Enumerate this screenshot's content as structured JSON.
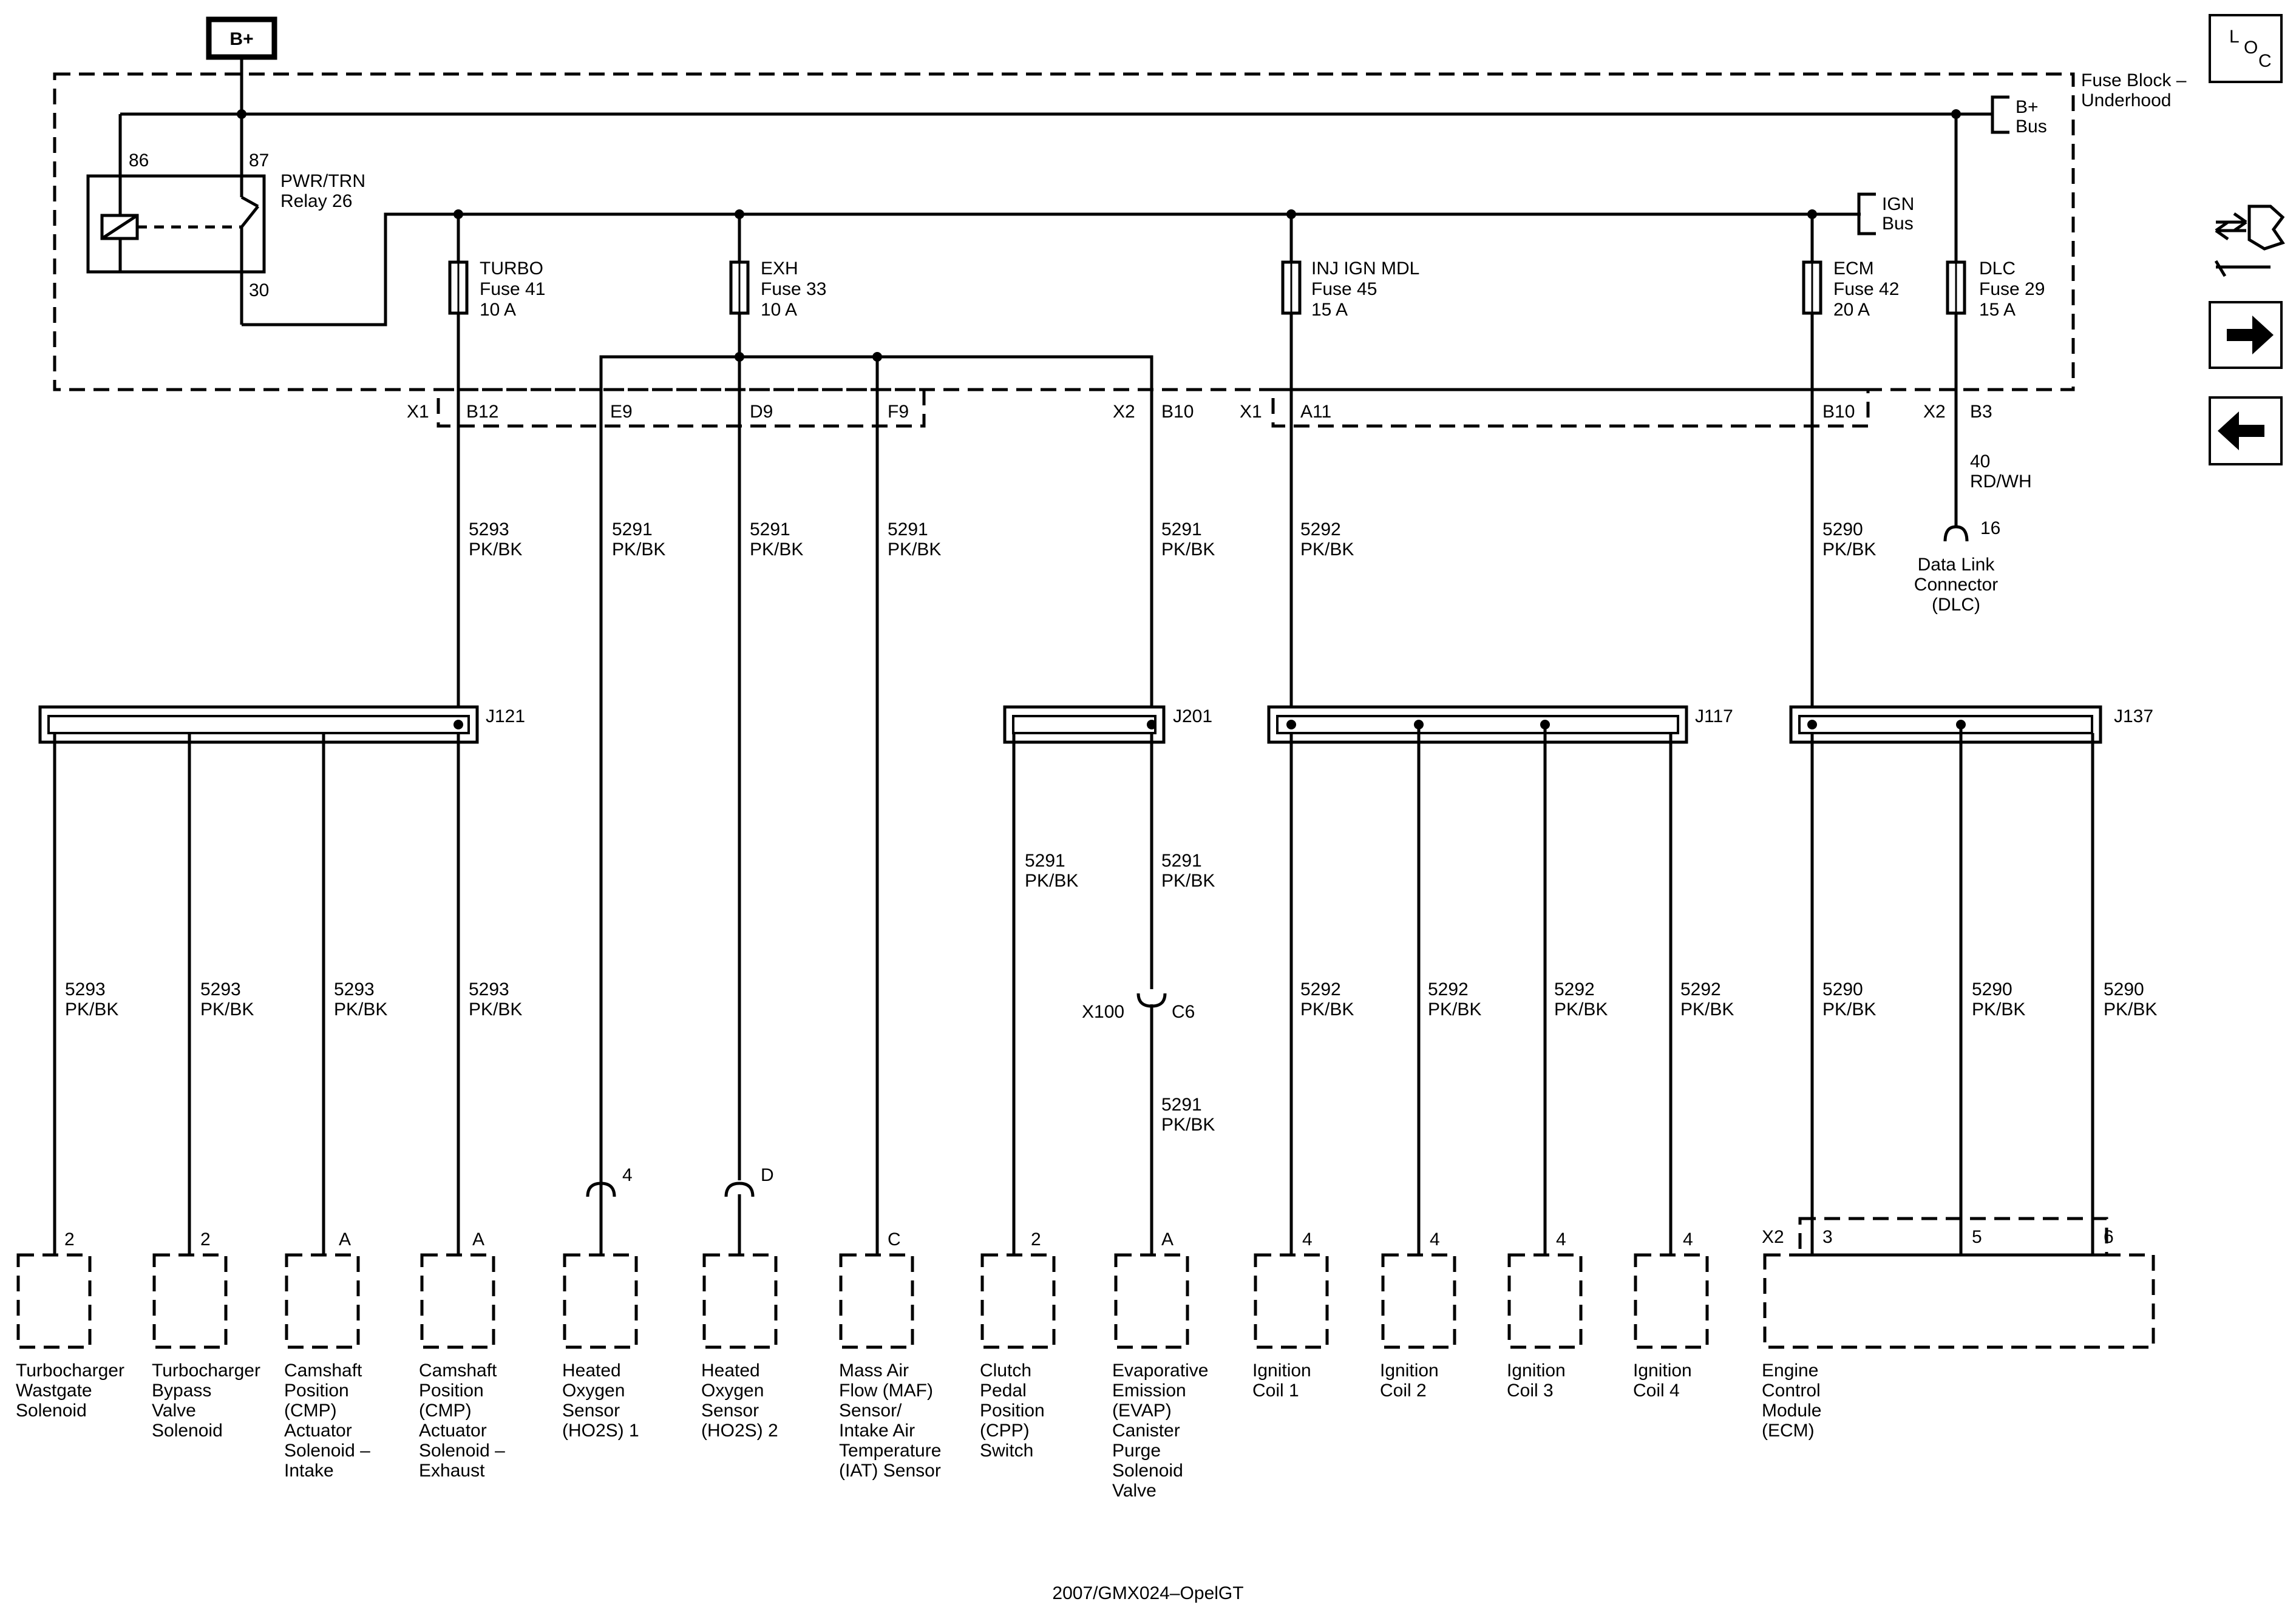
{
  "power": {
    "bplus": "B+"
  },
  "loc_box": {
    "l": "L",
    "o": "O",
    "c": "C"
  },
  "fuse_block": {
    "line1": "Fuse Block –",
    "line2": "Underhood"
  },
  "bplus_bus": {
    "line1": "B+",
    "line2": "Bus"
  },
  "ign_bus": {
    "line1": "IGN",
    "line2": "Bus"
  },
  "relay": {
    "pin86": "86",
    "pin87": "87",
    "pin30": "30",
    "name1": "PWR/TRN",
    "name2": "Relay 26"
  },
  "fuses": [
    {
      "name": "TURBO",
      "fuse": "Fuse 41",
      "amp": "10 A"
    },
    {
      "name": "EXH",
      "fuse": "Fuse 33",
      "amp": "10 A"
    },
    {
      "name": "INJ IGN MDL",
      "fuse": "Fuse 45",
      "amp": "15 A"
    },
    {
      "name": "ECM",
      "fuse": "Fuse 42",
      "amp": "20 A"
    },
    {
      "name": "DLC",
      "fuse": "Fuse 29",
      "amp": "15 A"
    }
  ],
  "connector_labels": {
    "x1_left": "X1",
    "b12": "B12",
    "e9": "E9",
    "d9": "D9",
    "f9": "F9",
    "x2_mid": "X2",
    "b10_mid": "B10",
    "x1_right": "X1",
    "a11": "A11",
    "b10_right": "B10",
    "x2_right": "X2",
    "b3": "B3"
  },
  "upper_wires": [
    {
      "circuit": "5293",
      "color": "PK/BK"
    },
    {
      "circuit": "5291",
      "color": "PK/BK"
    },
    {
      "circuit": "5291",
      "color": "PK/BK"
    },
    {
      "circuit": "5291",
      "color": "PK/BK"
    },
    {
      "circuit": "5291",
      "color": "PK/BK"
    },
    {
      "circuit": "5292",
      "color": "PK/BK"
    },
    {
      "circuit": "5290",
      "color": "PK/BK"
    }
  ],
  "dlc_wire": {
    "circuit": "40",
    "color": "RD/WH",
    "pin": "16"
  },
  "dlc_name": {
    "l1": "Data Link",
    "l2": "Connector",
    "l3": "(DLC)"
  },
  "splices": {
    "j121": "J121",
    "j201": "J201",
    "j117": "J117",
    "j137": "J137"
  },
  "lower_wires": {
    "j121": [
      {
        "circuit": "5293",
        "color": "PK/BK"
      },
      {
        "circuit": "5293",
        "color": "PK/BK"
      },
      {
        "circuit": "5293",
        "color": "PK/BK"
      },
      {
        "circuit": "5293",
        "color": "PK/BK"
      }
    ],
    "j201": [
      {
        "circuit": "5291",
        "color": "PK/BK"
      },
      {
        "circuit": "5291",
        "color": "PK/BK"
      }
    ],
    "j117": [
      {
        "circuit": "5292",
        "color": "PK/BK"
      },
      {
        "circuit": "5292",
        "color": "PK/BK"
      },
      {
        "circuit": "5292",
        "color": "PK/BK"
      },
      {
        "circuit": "5292",
        "color": "PK/BK"
      }
    ],
    "j137": [
      {
        "circuit": "5290",
        "color": "PK/BK"
      },
      {
        "circuit": "5290",
        "color": "PK/BK"
      },
      {
        "circuit": "5290",
        "color": "PK/BK"
      }
    ]
  },
  "x100": {
    "name": "X100",
    "pin": "C6",
    "circuit": "5291",
    "color": "PK/BK"
  },
  "components": [
    {
      "pin": "2",
      "lines": [
        "Turbocharger",
        "Wastgate",
        "Solenoid"
      ]
    },
    {
      "pin": "2",
      "lines": [
        "Turbocharger",
        "Bypass",
        "Valve",
        "Solenoid"
      ]
    },
    {
      "pin": "A",
      "lines": [
        "Camshaft",
        "Position",
        "(CMP)",
        "Actuator",
        "Solenoid –",
        "Intake"
      ]
    },
    {
      "pin": "A",
      "lines": [
        "Camshaft",
        "Position",
        "(CMP)",
        "Actuator",
        "Solenoid –",
        "Exhaust"
      ]
    },
    {
      "pin": "4",
      "lines": [
        "Heated",
        "Oxygen",
        "Sensor",
        "(HO2S) 1"
      ]
    },
    {
      "pin": "D",
      "lines": [
        "Heated",
        "Oxygen",
        "Sensor",
        "(HO2S) 2"
      ]
    },
    {
      "pin": "C",
      "lines": [
        "Mass Air",
        "Flow (MAF)",
        "Sensor/",
        "Intake Air",
        "Temperature",
        "(IAT) Sensor"
      ]
    },
    {
      "pin": "2",
      "lines": [
        "Clutch",
        "Pedal",
        "Position",
        "(CPP)",
        "Switch"
      ]
    },
    {
      "pin": "A",
      "lines": [
        "Evaporative",
        "Emission",
        "(EVAP)",
        "Canister",
        "Purge",
        "Solenoid",
        "Valve"
      ]
    },
    {
      "pin": "4",
      "lines": [
        "Ignition",
        "Coil 1"
      ]
    },
    {
      "pin": "4",
      "lines": [
        "Ignition",
        "Coil 2"
      ]
    },
    {
      "pin": "4",
      "lines": [
        "Ignition",
        "Coil 3"
      ]
    },
    {
      "pin": "4",
      "lines": [
        "Ignition",
        "Coil 4"
      ]
    }
  ],
  "ecm": {
    "connector": "X2",
    "pins": [
      "3",
      "5",
      "6"
    ],
    "lines": [
      "Engine",
      "Control",
      "Module",
      "(ECM)"
    ]
  },
  "footer": "2007/GMX024–OpelGT"
}
